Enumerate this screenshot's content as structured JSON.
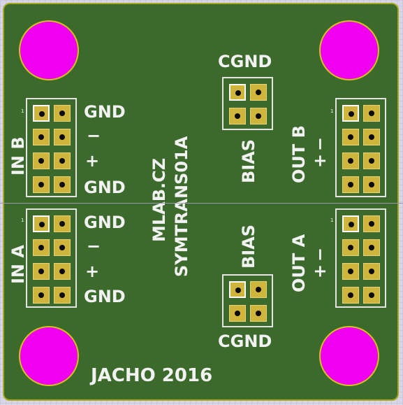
{
  "board": {
    "connectors": {
      "in_b": {
        "label": "IN B",
        "pins": [
          "GND",
          "−",
          "+",
          "GND"
        ],
        "pin1": "1"
      },
      "in_a": {
        "label": "IN A",
        "pins": [
          "GND",
          "−",
          "+",
          "GND"
        ],
        "pin1": "1"
      },
      "out_b": {
        "label": "OUT B",
        "sign_plus": "+",
        "sign_minus": "−",
        "pin1": "1"
      },
      "out_a": {
        "label": "OUT A",
        "sign_plus": "+",
        "sign_minus": "−",
        "pin1": "1"
      },
      "bias_top": {
        "label_cgnd": "CGND",
        "label_bias": "BIAS"
      },
      "bias_bottom": {
        "label_cgnd": "CGND",
        "label_bias": "BIAS"
      }
    },
    "center_text": {
      "line1": "MLAB.CZ",
      "line2": "SYMTRANS01A"
    },
    "credit": "JACHO 2016",
    "colors": {
      "board_green": "#3c6a2c",
      "board_edge": "#a8a81e",
      "mounting_hole": "#ef00ef",
      "pad_gold": "#cfb53b",
      "silkscreen": "#f2f2f2"
    }
  }
}
